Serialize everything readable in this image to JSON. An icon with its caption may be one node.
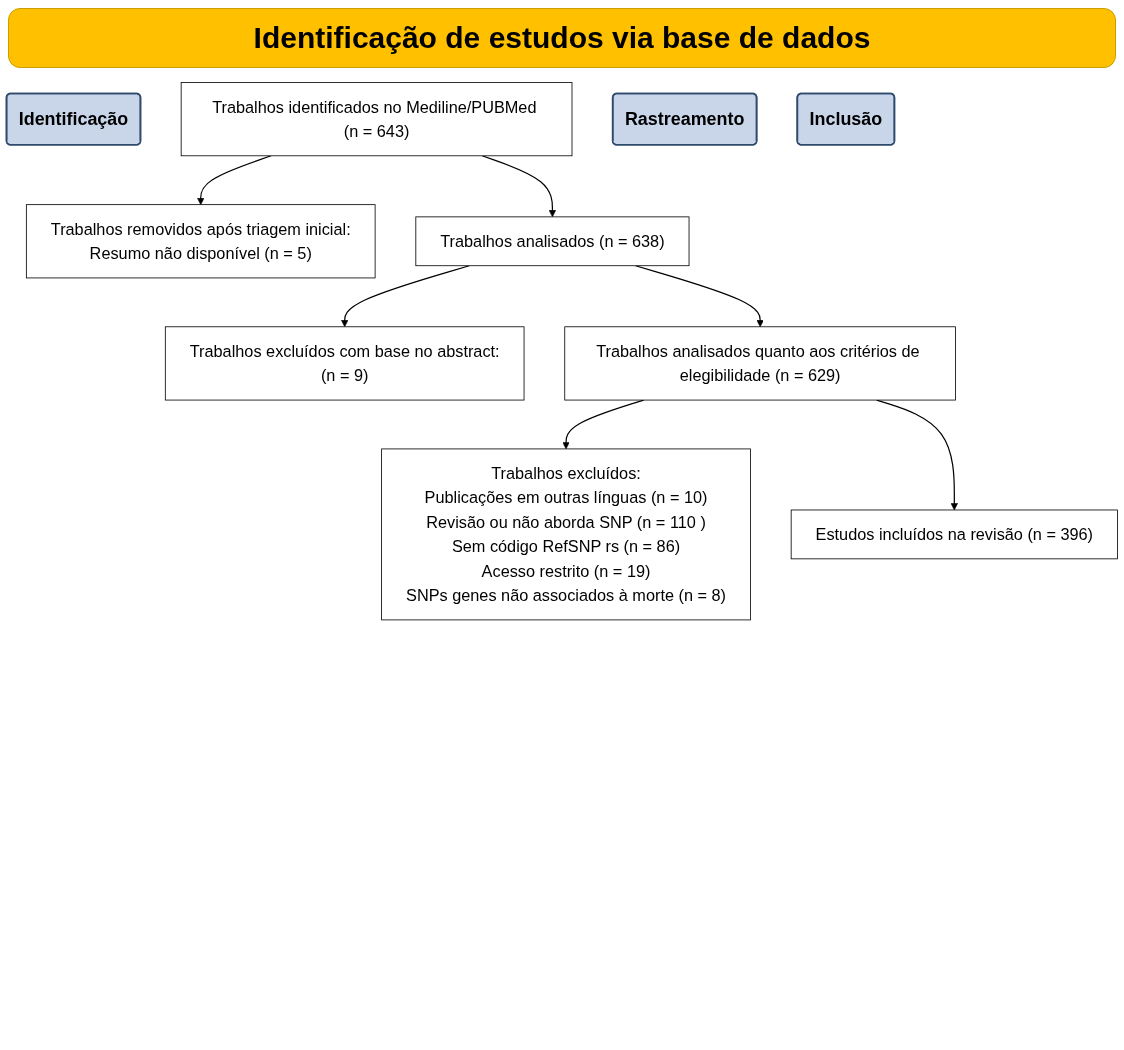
{
  "diagram": {
    "title": "Identificação de estudos via base de dados",
    "nodes": [
      {
        "text": [
          "Identificação"
        ]
      },
      {
        "text": [
          "Trabalhos identificados no Mediline/PUBMed (n = 643)"
        ]
      },
      {
        "text": [
          "Trabalhos removidos após triagem inicial:",
          "Resumo não disponível (n = 5)"
        ]
      },
      {
        "text": [
          "Rastreamento"
        ]
      },
      {
        "text": [
          "Trabalhos analisados (n = 638)"
        ]
      },
      {
        "text": [
          "Trabalhos excluídos com base no abstract:",
          "(n = 9)"
        ]
      },
      {
        "text": [
          "Trabalhos analisados quanto aos critérios de elegibilidade (n = 629)"
        ]
      },
      {
        "text": [
          "Trabalhos excluídos:",
          "Publicações em outras línguas (n = 10)",
          "Revisão ou não aborda SNP (n = 110 )",
          "Sem código RefSNP rs (n = 86)",
          "Acesso restrito (n = 19)",
          "SNPs genes não associados à morte (n = 8)"
        ]
      },
      {
        "text": [
          "Inclusão"
        ]
      },
      {
        "text": [
          "Estudos incluídos na revisão (n = 396)"
        ]
      }
    ],
    "edges": [
      {
        "from": 1,
        "to": 2,
        "arrow": "to"
      },
      {
        "from": 1,
        "to": 4,
        "arrow": "to"
      },
      {
        "from": 4,
        "to": 5,
        "arrow": "to"
      },
      {
        "from": 4,
        "to": 6,
        "arrow": "to"
      },
      {
        "from": 6,
        "to": 7,
        "arrow": "to"
      },
      {
        "from": 6,
        "to": 9,
        "arrow": "to"
      }
    ]
  }
}
